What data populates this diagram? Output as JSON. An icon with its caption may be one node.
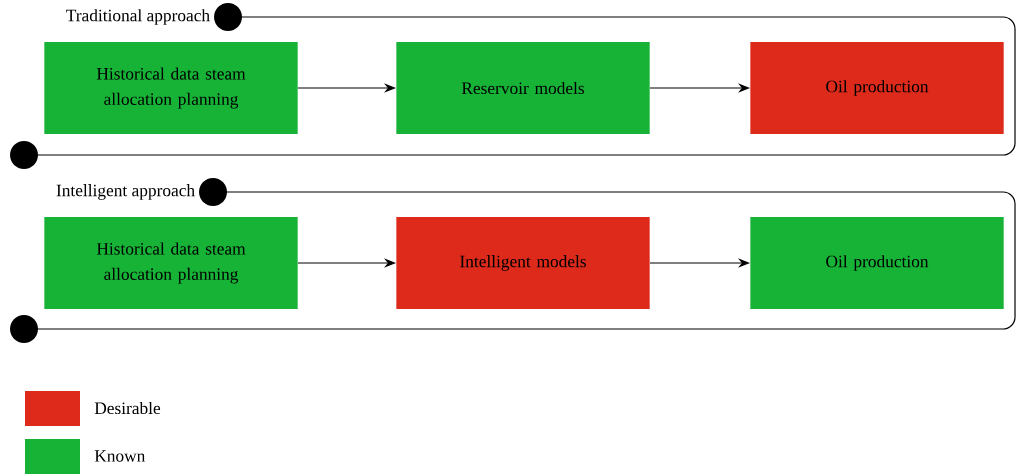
{
  "diagram": {
    "nodes": [
      {
        "text": [
          "Traditional approach"
        ]
      },
      {
        "text": [
          "Historical data steam allocation planning"
        ],
        "in": 0
      },
      {
        "text": [
          "Reservoir models"
        ],
        "in": 0
      },
      {
        "text": [
          "Oil production"
        ],
        "in": 0
      },
      {
        "text": [
          "Intelligent approach"
        ]
      },
      {
        "text": [
          "Historical data steam allocation planning"
        ],
        "in": 4
      },
      {
        "text": [
          "Intelligent models"
        ],
        "in": 4
      },
      {
        "text": [
          "Oil production"
        ],
        "in": 4
      }
    ],
    "edges": [
      {
        "from": 1,
        "to": 2,
        "arrow": "to"
      },
      {
        "from": 2,
        "to": 3,
        "arrow": "to"
      },
      {
        "from": 5,
        "to": 6,
        "arrow": "to"
      },
      {
        "from": 6,
        "to": 7,
        "arrow": "to"
      }
    ],
    "legend": [
      {
        "text": "Desirable",
        "color": "#dd2a1b"
      },
      {
        "text": "Known",
        "color": "#16b337"
      }
    ]
  }
}
